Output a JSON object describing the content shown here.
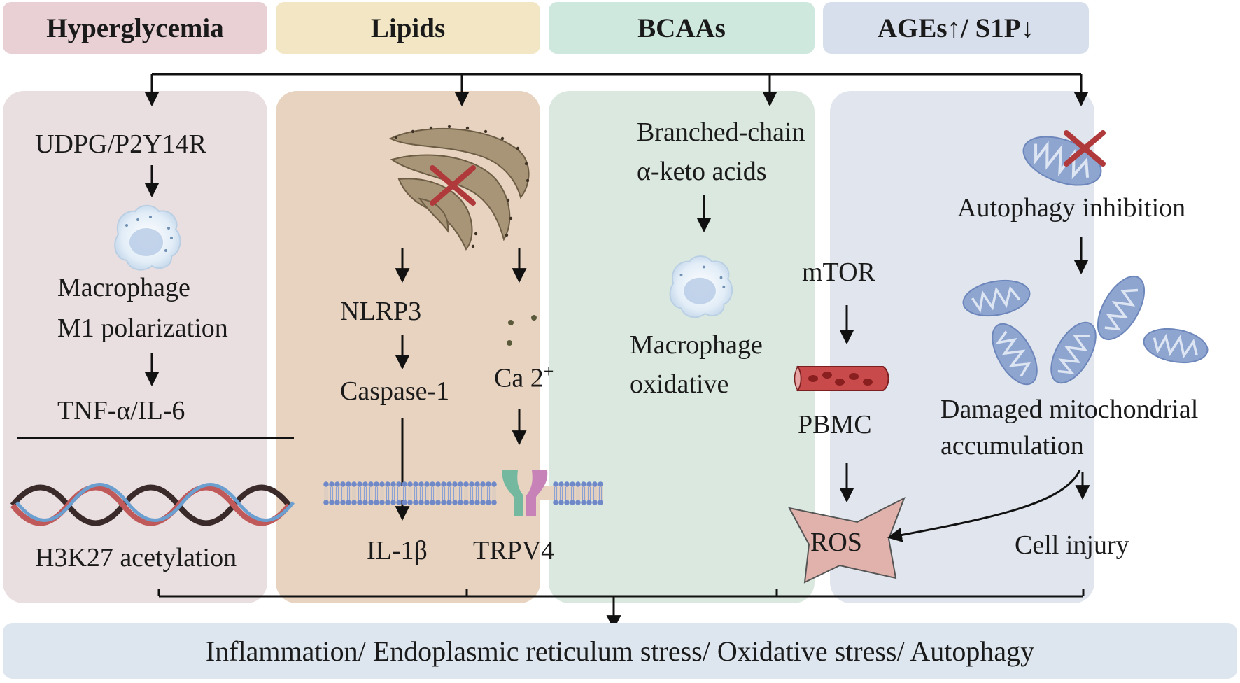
{
  "colors": {
    "hyperglycemia_header": "#e8d0d4",
    "lipids_header": "#f2e6c4",
    "bcaas_header": "#cfe8de",
    "ages_header": "#d8dfec",
    "hyperglycemia_panel": "#eadfe0",
    "lipids_panel": "#e7d3c0",
    "bcaas_panel": "#dbe8df",
    "ages_panel": "#e1e6ee",
    "footer": "#dde6ee",
    "ros_fill": "#e0b2ab",
    "cross": "#b0393b"
  },
  "headers": {
    "hyperglycemia": "Hyperglycemia",
    "lipids": "Lipids",
    "bcaas": "BCAAs",
    "ages": "AGEs↑/ S1P↓"
  },
  "hyperglycemia": {
    "udpg": "UDPG/P2Y14R",
    "macrophage": "Macrophage",
    "m1": "M1 polarization",
    "tnf": "TNF-α/IL-6",
    "h3k27": "H3K27 acetylation",
    "icons": [
      "macrophage-cell-icon",
      "dna-helix-icon"
    ]
  },
  "lipids": {
    "nlrp3": "NLRP3",
    "caspase": "Caspase-1",
    "ca": "Ca 2",
    "ca_sup": "+",
    "il1b": "IL-1β",
    "trpv4": "TRPV4",
    "icons": [
      "endoplasmic-reticulum-icon",
      "membrane-channel-icon"
    ]
  },
  "bcaas": {
    "bcka1": "Branched-chain",
    "bcka2": "α-keto acids",
    "mtor": "mTOR",
    "macrophage": "Macrophage",
    "oxidative": "oxidative",
    "pbmc": "PBMC",
    "ros": "ROS",
    "icons": [
      "macrophage-cell-icon",
      "blood-vessel-icon"
    ]
  },
  "ages": {
    "autophagy": "Autophagy inhibition",
    "damaged1": "Damaged mitochondrial",
    "damaged2": "accumulation",
    "injury": "Cell injury",
    "icons": [
      "mitochondria-icon"
    ]
  },
  "footer": "Inflammation/ Endoplasmic reticulum stress/ Oxidative stress/ Autophagy"
}
